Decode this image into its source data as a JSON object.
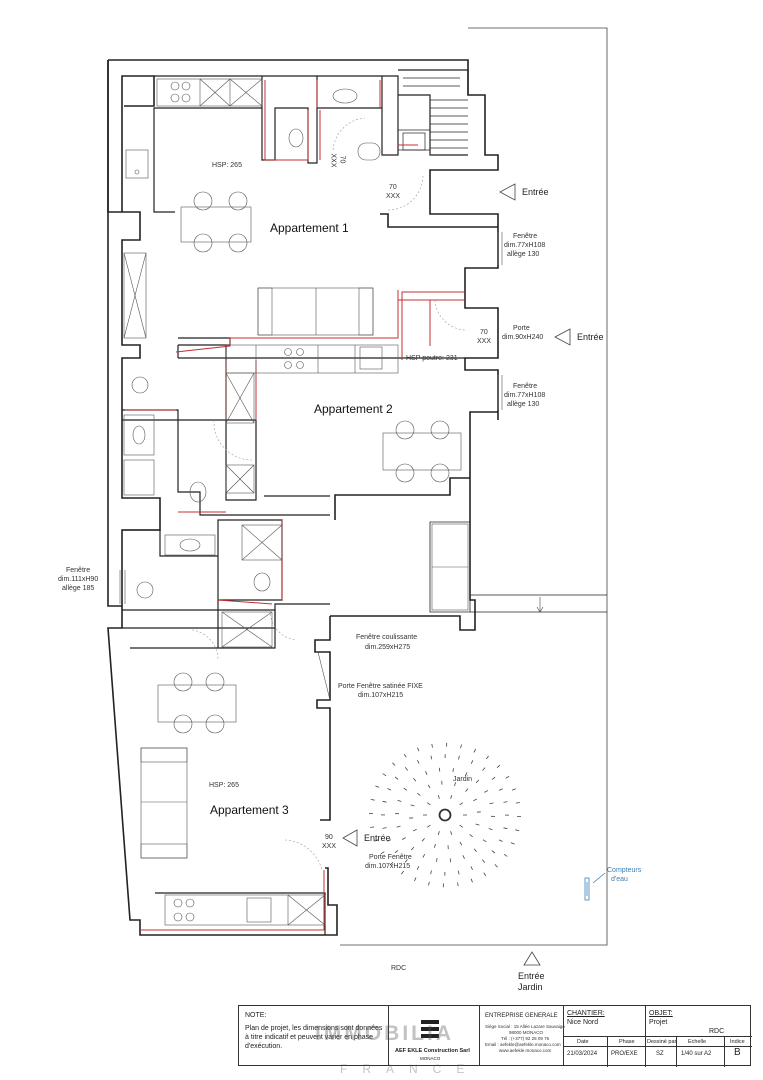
{
  "apartments": {
    "apt1": {
      "name": "Appartement 1",
      "hsp": "HSP: 265"
    },
    "apt2": {
      "name": "Appartement 2",
      "hsp": "HSP poutre: 231"
    },
    "apt3": {
      "name": "Appartement 3",
      "hsp": "HSP: 265"
    }
  },
  "entrances": {
    "e1": "Entrée",
    "e2": "Entrée",
    "e3": "Entrée",
    "garden_1": "Entrée",
    "garden_2": "Jardin"
  },
  "openings": {
    "win_top_title": "Fenêtre",
    "win_top_dim": "dim.77xH108",
    "win_top_sill": "allège 130",
    "door_title": "Porte",
    "door_dim": "dim.90xH240",
    "win_mid_title": "Fenêtre",
    "win_mid_dim": "dim.77xH108",
    "win_mid_sill": "allège 130",
    "win_left_title": "Fenêtre",
    "win_left_dim": "dim.111xH90",
    "win_left_sill": "allège 185",
    "sliding_title": "Fenêtre coulissante",
    "sliding_dim": "dim.259xH275",
    "fixed_title": "Porte Fenêtre satinée FIXE",
    "fixed_dim": "dim.107xH215",
    "pf_title": "Porte Fenêtre",
    "pf_dim": "dim.107xH215"
  },
  "door_marks": {
    "d1_top": "70",
    "d1_bot": "XXX",
    "d2_top": "70",
    "d2_bot": "XXX",
    "d3_top": "90",
    "d3_bot": "XXX",
    "d_small_top": "70",
    "d_small_bot": "XXX"
  },
  "garden_label": "Jardin",
  "meters": {
    "line1": "Compteurs",
    "line2": "d'eau"
  },
  "level": "RDC",
  "titleblock": {
    "note_title": "NOTE:",
    "note_text_1": "Plan de projet, les dimensions sont données",
    "note_text_2": "à titre indicatif et peuvent varier en phase",
    "note_text_3": "d'exécution.",
    "company_name": "AEF EKLE Construction Sarl",
    "company_city": "MONACO",
    "eg_title": "ENTREPRISE GENERALE",
    "eg_l1": "Siège Social : 15 Allée Lazare Sauvaigo",
    "eg_l2": "98000 MONACO",
    "eg_l3": "Tél : (+377) 92 25 09 76",
    "eg_l4": "Email : aefekle@aefekle.monaco.com",
    "eg_l5": "www.aefekle.monaco.com",
    "chantier_label": "CHANTIER:",
    "chantier_value": "Nice Nord",
    "objet_label": "OBJET:",
    "objet_value": "Projet",
    "objet_level": "RDC",
    "h_date": "Date",
    "h_phase": "Phase",
    "h_dessine": "Dessiné par",
    "h_echelle": "Echelle",
    "h_indice": "Indice",
    "v_date": "21/03/2024",
    "v_phase": "PRO/EXE",
    "v_dessine": "SZ",
    "v_echelle": "1/40 sur A2",
    "v_indice": "B"
  },
  "watermark": {
    "line1": "IMMOBILIA",
    "line2": "FRANCE"
  }
}
